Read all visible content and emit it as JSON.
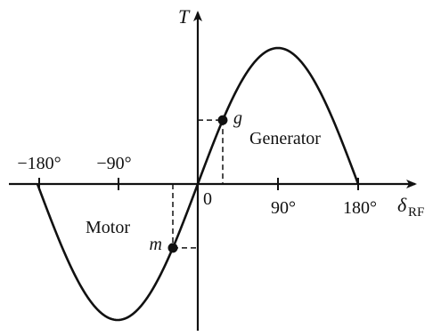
{
  "axes": {
    "y_label": "T",
    "x_label_main": "δ",
    "x_label_sub": "RF",
    "origin_label": "0"
  },
  "tick_labels": {
    "neg180": "−180°",
    "neg90": "−90°",
    "pos90": "90°",
    "pos180": "180°"
  },
  "regions": {
    "generator": "Generator",
    "motor": "Motor"
  },
  "points": {
    "generator_point": {
      "label": "g",
      "angle_deg": 28
    },
    "motor_point": {
      "label": "m",
      "angle_deg": -28
    }
  },
  "curve": {
    "function": "sine",
    "x_range_deg": [
      -180,
      180
    ]
  },
  "colors": {
    "ink": "#111111"
  }
}
